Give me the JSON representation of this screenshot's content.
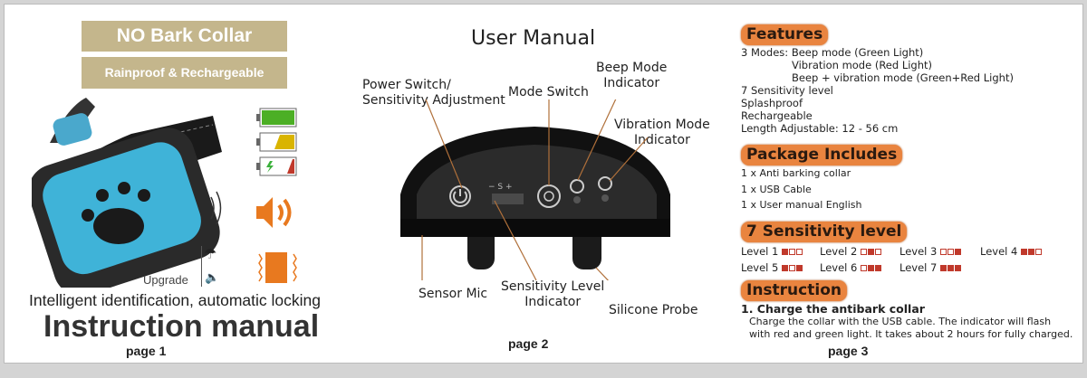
{
  "page1": {
    "title": "NO Bark  Collar",
    "subtitle": "Rainproof & Rechargeable",
    "upgrade": "Upgrade",
    "tagline": "Intelligent identification, automatic locking",
    "heading": "Instruction manual",
    "page": "page 1"
  },
  "page2": {
    "title": "User Manual",
    "labels": {
      "power": [
        "Power Switch/",
        "Sensitivity Adjustment"
      ],
      "mode": "Mode Switch",
      "beep": [
        "Beep Mode",
        "Indicator"
      ],
      "vibration": [
        "Vibration Mode",
        "Indicator"
      ],
      "sensor": "Sensor Mic",
      "level": [
        "Sensitivity Level",
        "Indicator"
      ],
      "probe": "Silicone Probe"
    },
    "device_display": "−  S  +",
    "page": "page  2"
  },
  "page3": {
    "features_title": "Features",
    "features": {
      "modes_label": "3 Modes:",
      "modes": [
        "Beep mode (Green Light)",
        "Vibration mode (Red Light)",
        "Beep + vibration mode (Green+Red Light)"
      ],
      "others": [
        "7 Sensitivity level",
        "Splashproof",
        "Rechargeable",
        "Length Adjustable: 12 - 56 cm"
      ]
    },
    "package_title": "Package Includes",
    "package": [
      "1 x Anti barking collar",
      "1 x USB Cable",
      "1 x User manual English"
    ],
    "sensitivity_title": "7 Sensitivity level",
    "levels": [
      {
        "label": "Level 1",
        "lights": [
          1,
          0,
          0
        ]
      },
      {
        "label": "Level 2",
        "lights": [
          0,
          1,
          0
        ]
      },
      {
        "label": "Level 3",
        "lights": [
          0,
          0,
          1
        ]
      },
      {
        "label": "Level 4",
        "lights": [
          1,
          1,
          0
        ]
      },
      {
        "label": "Level 5",
        "lights": [
          1,
          0,
          1
        ]
      },
      {
        "label": "Level 6",
        "lights": [
          0,
          1,
          1
        ]
      },
      {
        "label": "Level 7",
        "lights": [
          1,
          1,
          1
        ]
      }
    ],
    "instruction_title": "Instruction",
    "step1_title": "1. Charge the antibark collar",
    "step1_text": [
      "Charge the collar with the USB cable. The indicator will flash",
      "with red and green light. It takes about 2 hours for fully charged."
    ],
    "page": "page 3"
  },
  "colors": {
    "accent": "#e9843f",
    "tan": "#c4b68c",
    "level_red": "#c0392b",
    "collar_blue": "#3fb3d8"
  }
}
